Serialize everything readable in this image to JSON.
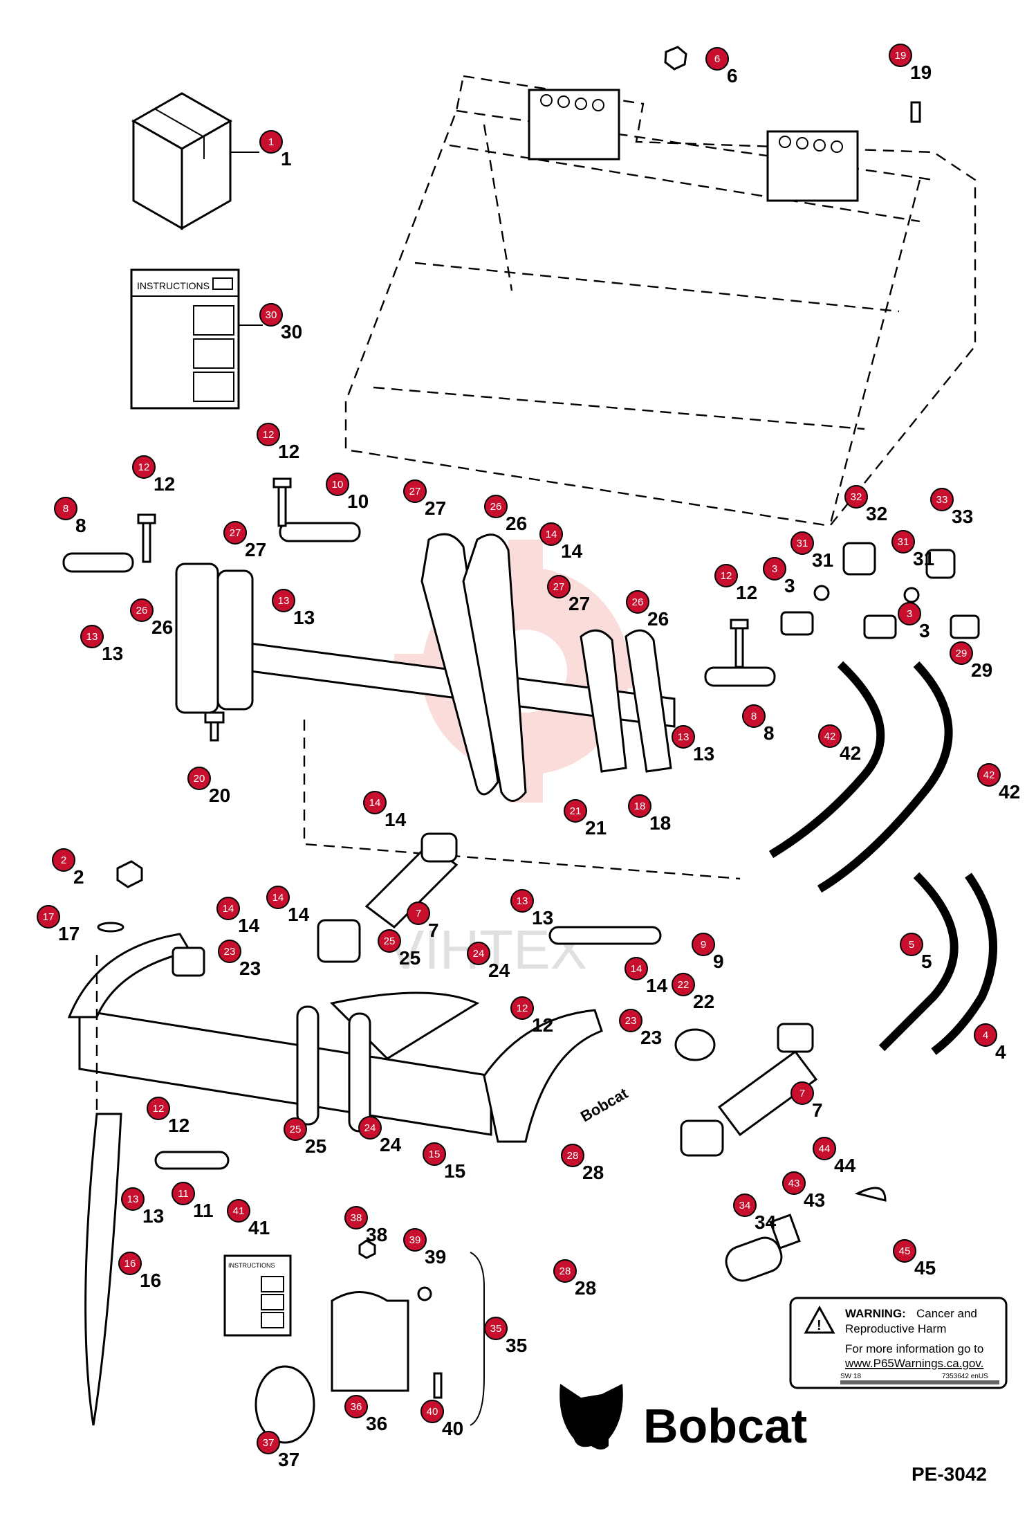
{
  "instructions_label": "INSTRUCTIONS",
  "instructions_label_small": "INSTRUCTIONS",
  "warning_label": {
    "title": "WARNING:",
    "title_rest": "Cancer and",
    "line2": "Reproductive Harm",
    "line3": "For more information go to",
    "link": "www.P65Warnings.ca.gov.",
    "code_left": "SW 18",
    "code_right": "7353642 enUS"
  },
  "brand_name": "Bobcat",
  "decal_text": "Bobcat",
  "page_code": "PE-3042",
  "watermark": "VIHTEX",
  "badge_color": "#c8102e",
  "callouts": [
    "1",
    "2",
    "3",
    "4",
    "5",
    "6",
    "7",
    "8",
    "9",
    "10",
    "11",
    "12",
    "13",
    "14",
    "15",
    "16",
    "17",
    "18",
    "19",
    "20",
    "21",
    "22",
    "23",
    "24",
    "25",
    "26",
    "27",
    "28",
    "29",
    "30",
    "31",
    "32",
    "33",
    "34",
    "35",
    "36",
    "37",
    "38",
    "39",
    "40",
    "41",
    "42",
    "43",
    "44",
    "45"
  ]
}
